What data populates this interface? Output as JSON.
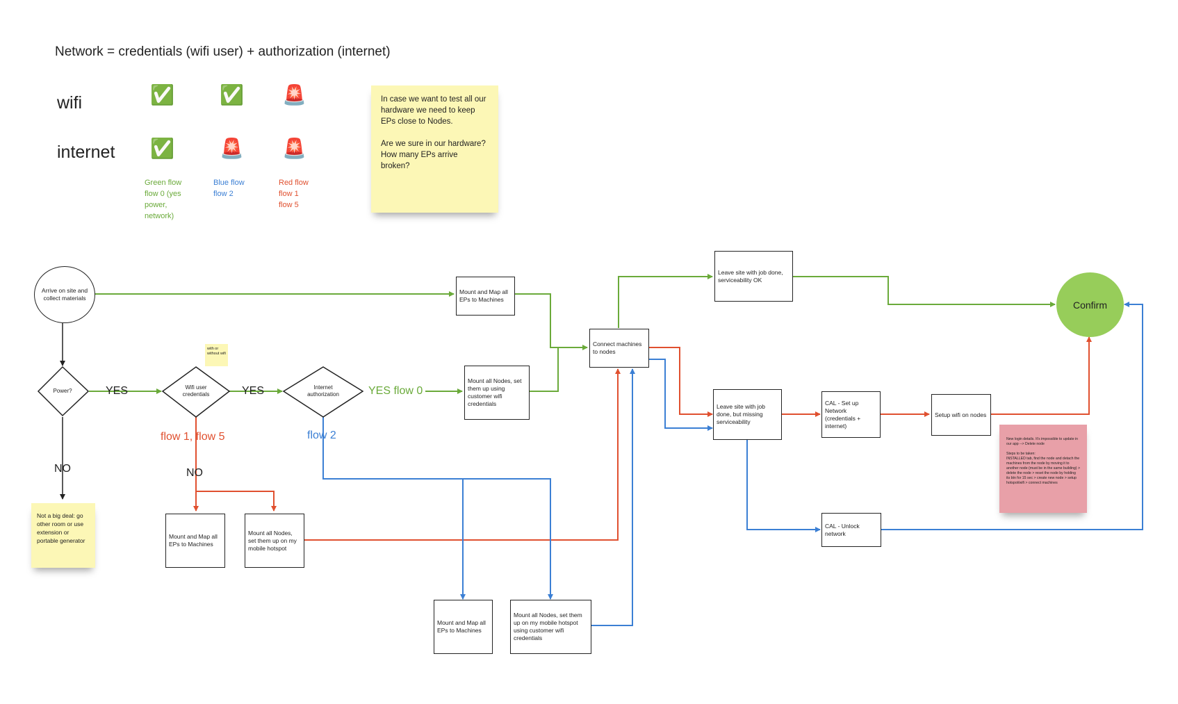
{
  "header": {
    "title": "Network = credentials (wifi user) + authorization (internet)"
  },
  "matrix": {
    "rows": [
      "wifi",
      "internet"
    ],
    "wifi_icons": [
      "✅",
      "✅",
      "🚨"
    ],
    "internet_icons": [
      "✅",
      "🚨",
      "🚨"
    ],
    "legend": [
      {
        "text": "Green flow\nflow 0 (yes\npower,\nnetwork)",
        "color": "#6aaa3a"
      },
      {
        "text": "Blue flow\nflow 2",
        "color": "#3b7fd4"
      },
      {
        "text": "Red flow\nflow 1\nflow 5",
        "color": "#e0502f"
      }
    ]
  },
  "notes": {
    "hardware": "In case we want to test all our hardware we need to keep EPs close to Nodes.\n\nAre we sure in our hardware? How many EPs arrive broken?",
    "power": "Not a big deal: go other room or use extension or portable generator",
    "wifi": "with or without wifi",
    "login": "New login details. It's impossible to update in our app --> Delete node\n\nSteps to be taken:\nINSTALLED tab, find the node and detach the machines from the node by moving it to another node (must be in the same building) > delete the node > reset the node by holding its btn for 15 sec > create new node > setup hotspot/wifi > connect machines"
  },
  "nodes": {
    "start": "Arrive on site and collect materials",
    "power": "Power?",
    "wifi_cred": "Wifi user credentials",
    "internet_auth": "Internet authorization",
    "mount_map_top": "Mount and Map all EPs to Machines",
    "mount_nodes_customer": "Mount all Nodes, set them up using customer wifi credentials",
    "connect": "Connect machines to nodes",
    "leave_ok": "Leave site with job done, serviceability OK",
    "leave_missing": "Leave site with job done, but missing serviceability",
    "cal_setup": "CAL - Set up Network (credentials + internet)",
    "setup_wifi": "Setup wifi on nodes",
    "cal_unlock": "CAL - Unlock network",
    "confirm": "Confirm",
    "mount_map_red": "Mount and Map all EPs to Machines",
    "mount_nodes_hotspot": "Mount all Nodes, set them up on my mobile hotspot",
    "mount_map_blue": "Mount and Map all EPs to Machines",
    "mount_nodes_hotspot_customer": "Mount all Nodes, set them up on my mobile hotspot using customer wifi credentials"
  },
  "edge_labels": {
    "yes1": "YES",
    "yes2": "YES",
    "yes_flow0": "YES flow 0",
    "no_power": "NO",
    "no_wifi": "NO",
    "flow15": "flow 1, flow 5",
    "flow2": "flow 2"
  },
  "colors": {
    "green": "#6aaa3a",
    "blue": "#3b7fd4",
    "red": "#e0502f",
    "sticky_yellow": "#fcf7b6",
    "sticky_pink": "#e8a0a8",
    "confirm": "#97cd5a"
  }
}
